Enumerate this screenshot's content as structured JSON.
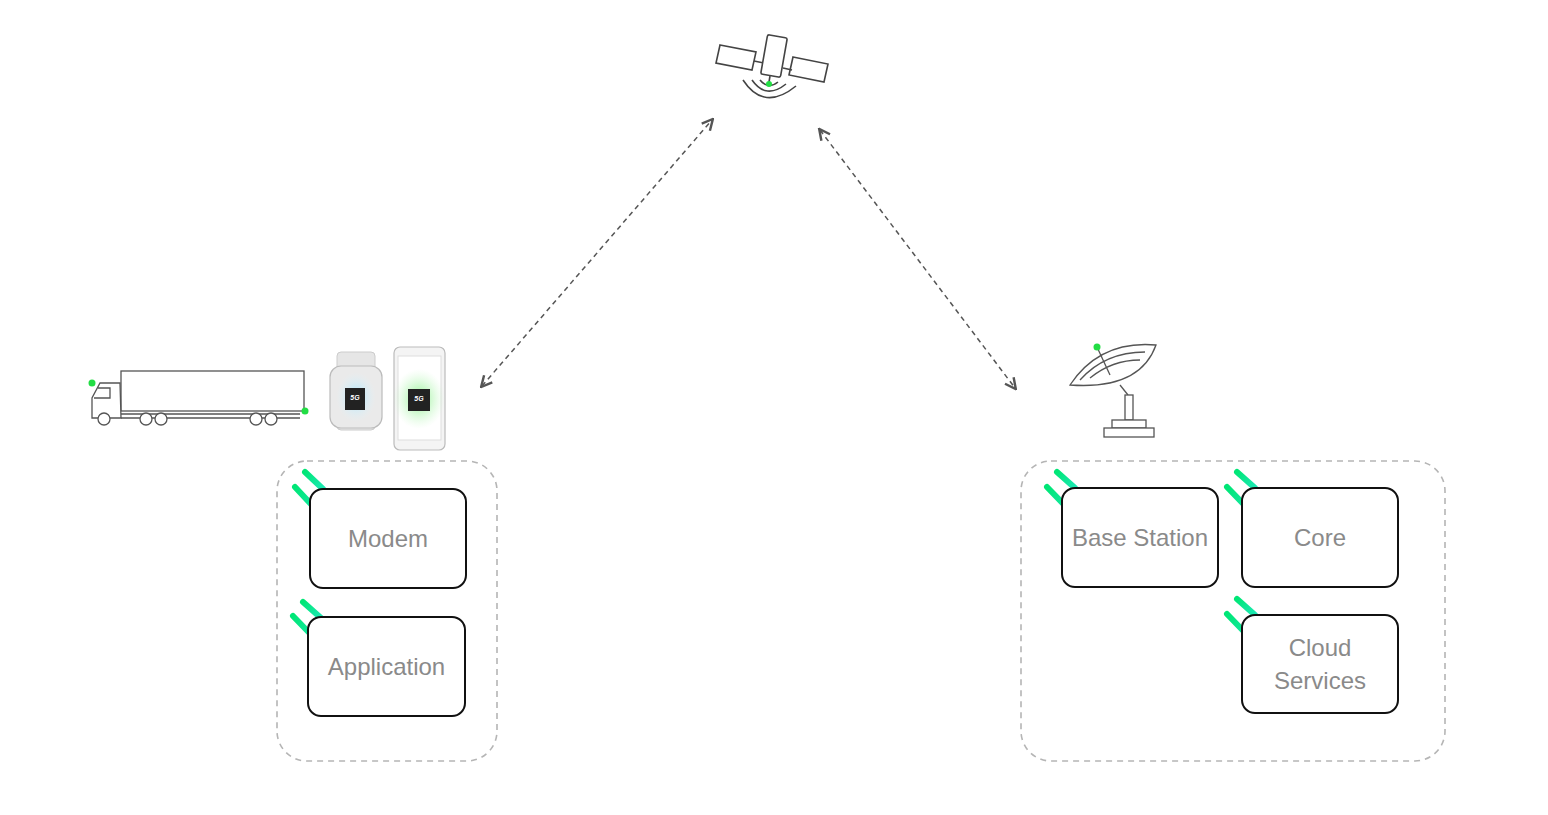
{
  "diagram": {
    "nodes": [
      {
        "text": [
          "Modem"
        ]
      },
      {
        "text": [
          "Application"
        ]
      },
      {
        "text": [
          "Base Station"
        ]
      },
      {
        "text": [
          "Core"
        ]
      },
      {
        "text": [
          "Cloud Services"
        ]
      }
    ],
    "labels": [
      "5G",
      "5G"
    ]
  }
}
